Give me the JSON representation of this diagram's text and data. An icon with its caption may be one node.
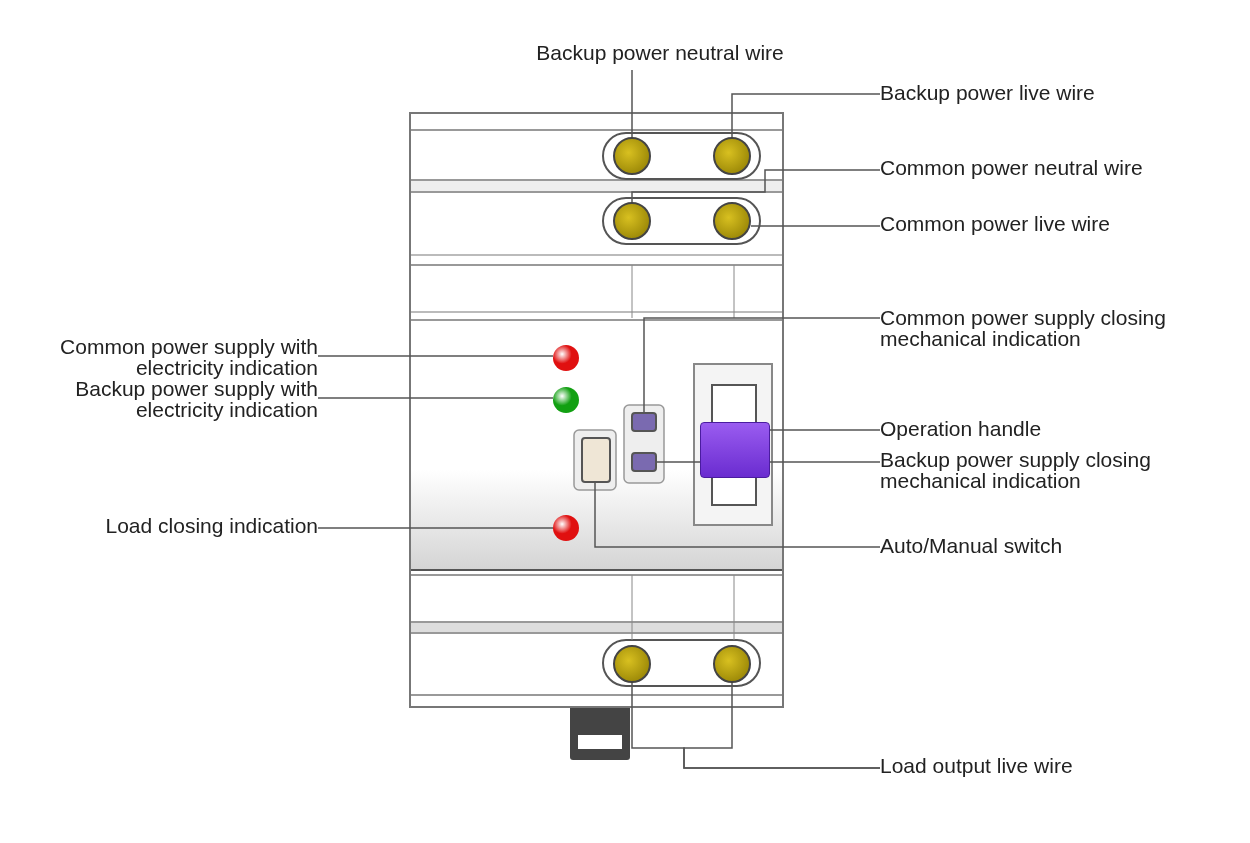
{
  "diagram": {
    "nodes": [
      {
        "text": [
          "Backup power neutral wire"
        ]
      },
      {
        "text": [
          "Backup power live wire"
        ]
      },
      {
        "text": [
          "Common power neutral wire"
        ]
      },
      {
        "text": [
          "Common power live wire"
        ]
      },
      {
        "text": [
          "Common power supply with electricity indication"
        ]
      },
      {
        "text": [
          "Common power supply closing mechanical indication"
        ]
      },
      {
        "text": [
          "Backup power supply with electricity indication"
        ]
      },
      {
        "text": [
          "Operation handle"
        ]
      },
      {
        "text": [
          "Backup power supply closing mechanical indication"
        ]
      },
      {
        "text": [
          "Load closing indication"
        ]
      },
      {
        "text": [
          "Auto/Manual switch"
        ]
      },
      {
        "text": [
          "Load output live wire"
        ]
      },
      {
        "text": [],
        "shape": "circle"
      },
      {
        "text": [],
        "shape": "circle"
      },
      {
        "text": [],
        "shape": "circle"
      },
      {
        "text": [],
        "shape": "circle"
      },
      {
        "text": [],
        "shape": "circle"
      },
      {
        "text": [],
        "shape": "circle"
      },
      {
        "text": [],
        "shape": "circle"
      },
      {
        "text": [],
        "shape": "box"
      },
      {
        "text": [],
        "shape": "box"
      },
      {
        "text": [],
        "shape": "box"
      },
      {
        "text": [],
        "shape": "box"
      },
      {
        "text": [],
        "shape": "circle"
      },
      {
        "text": [],
        "shape": "circle"
      }
    ],
    "edges": [
      {
        "from": 0,
        "to": 12,
        "arrow": "none"
      },
      {
        "from": 1,
        "to": 13,
        "arrow": "none"
      },
      {
        "from": 2,
        "to": 14,
        "arrow": "none"
      },
      {
        "from": 3,
        "to": 15,
        "arrow": "none"
      },
      {
        "from": 4,
        "to": 16,
        "arrow": "none"
      },
      {
        "from": 5,
        "to": 19,
        "arrow": "none"
      },
      {
        "from": 6,
        "to": 17,
        "arrow": "none"
      },
      {
        "from": 7,
        "to": 21,
        "arrow": "none"
      },
      {
        "from": 8,
        "to": 20,
        "arrow": "none"
      },
      {
        "from": 9,
        "to": 18,
        "arrow": "none"
      },
      {
        "from": 10,
        "to": 22,
        "arrow": "none"
      },
      {
        "from": 11,
        "to": 23,
        "arrow": "none"
      },
      {
        "from": 11,
        "to": 24,
        "arrow": "none"
      }
    ]
  }
}
